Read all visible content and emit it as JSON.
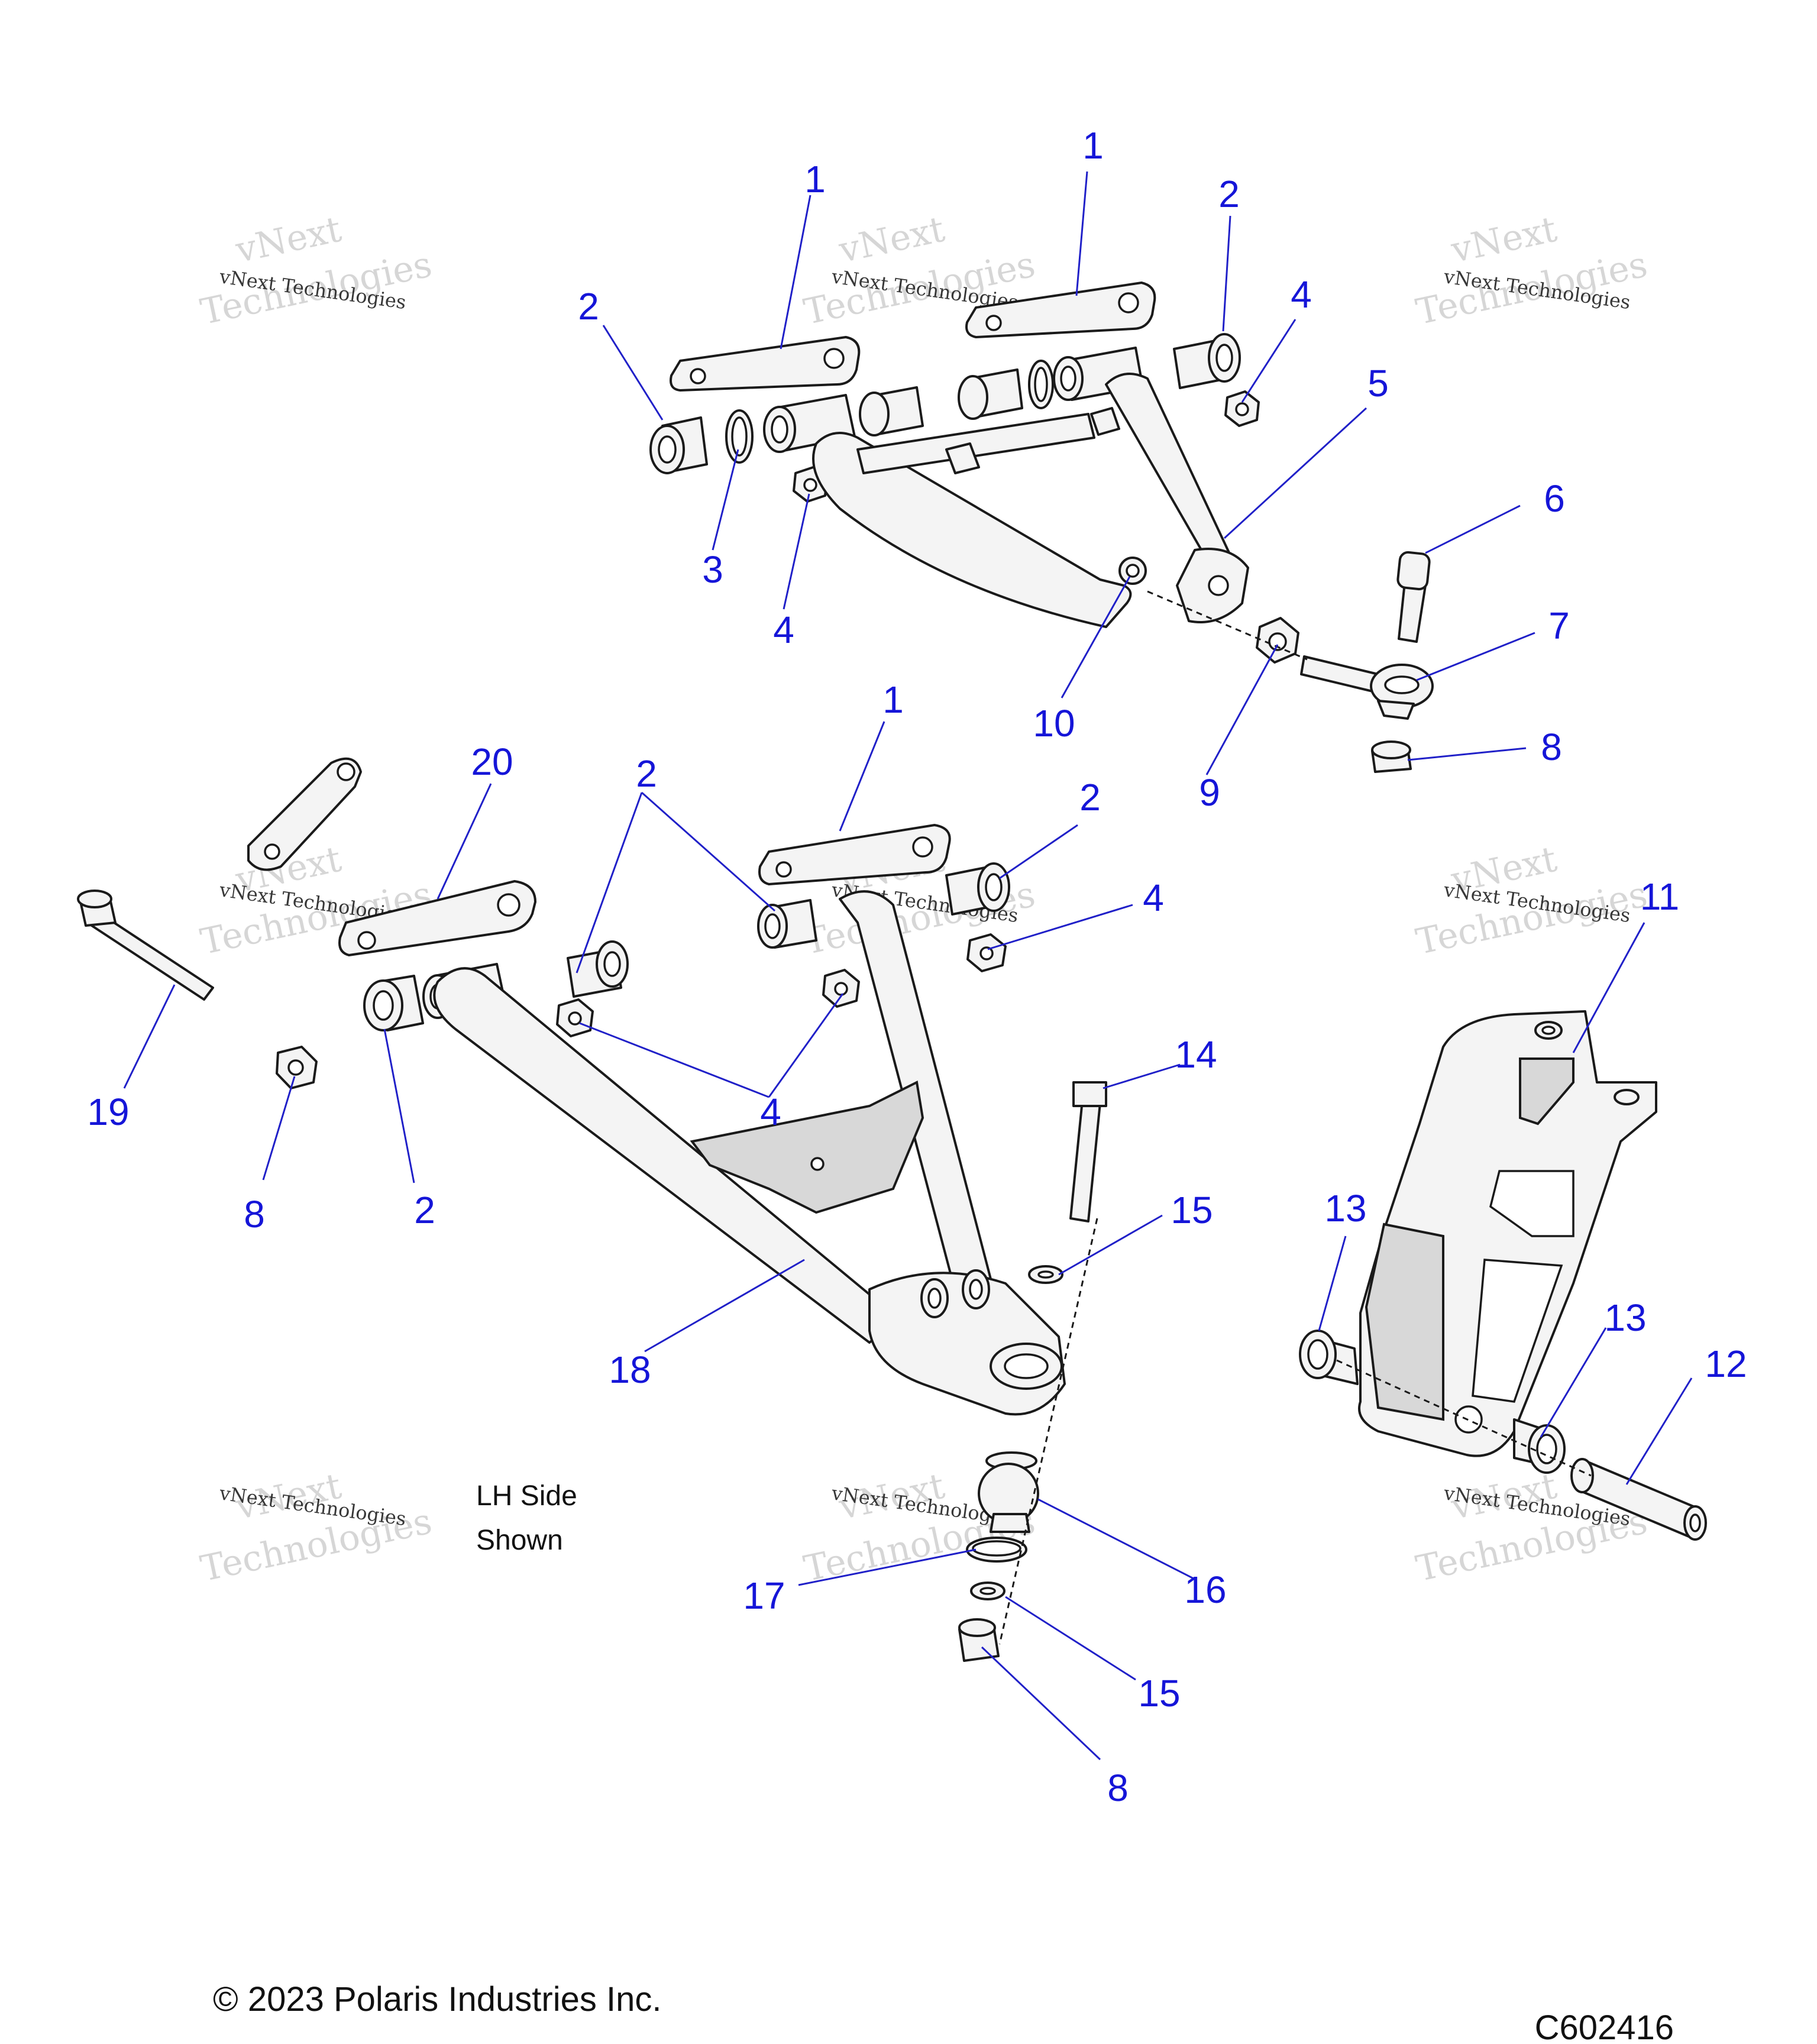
{
  "watermark": {
    "line1": "vNext Technologies",
    "line2": "vNext",
    "line3": "Technologies"
  },
  "note": {
    "line1": "LH Side",
    "line2": "Shown"
  },
  "footer": {
    "copyright": "© 2023 Polaris Industries Inc.",
    "code": "C602416"
  },
  "callouts": [
    "1",
    "1",
    "2",
    "2",
    "4",
    "5",
    "3",
    "4",
    "6",
    "7",
    "10",
    "9",
    "8",
    "1",
    "20",
    "2",
    "2",
    "4",
    "11",
    "19",
    "4",
    "8",
    "2",
    "14",
    "15",
    "13",
    "13",
    "12",
    "18",
    "16",
    "17",
    "15",
    "8"
  ],
  "colors": {
    "callout": "#1515d8",
    "line": "#1a1a1a"
  }
}
